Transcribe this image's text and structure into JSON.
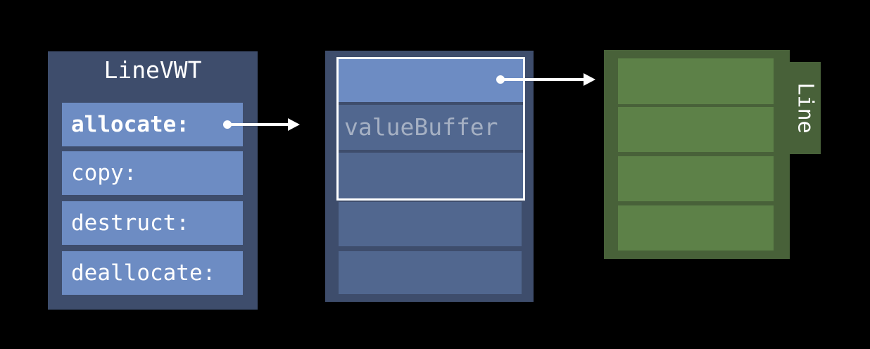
{
  "vwt": {
    "title": "LineVWT",
    "rows": [
      {
        "label": "allocate:",
        "emphasized": true
      },
      {
        "label": "copy:",
        "emphasized": false
      },
      {
        "label": "destruct:",
        "emphasized": false
      },
      {
        "label": "deallocate:",
        "emphasized": false
      }
    ]
  },
  "buffer": {
    "label": "valueBuffer",
    "outlined_slots": 3,
    "extra_slots": 2
  },
  "line_struct": {
    "tab_label": "Line",
    "slots": 4
  },
  "arrows": [
    {
      "from": "vwt-row-allocate",
      "to": "value-buffer-outline"
    },
    {
      "from": "value-buffer-slot-1",
      "to": "line-struct"
    }
  ],
  "colors": {
    "background": "#000000",
    "panel_navy": "#3e4d6c",
    "slot_light_blue": "#6d8cc3",
    "slot_medium_blue": "#51678f",
    "buffer_label_text": "#a5b0c3",
    "panel_dark_green": "#486139",
    "slot_green": "#5d8148",
    "arrow": "#ffffff",
    "text": "#ffffff"
  }
}
